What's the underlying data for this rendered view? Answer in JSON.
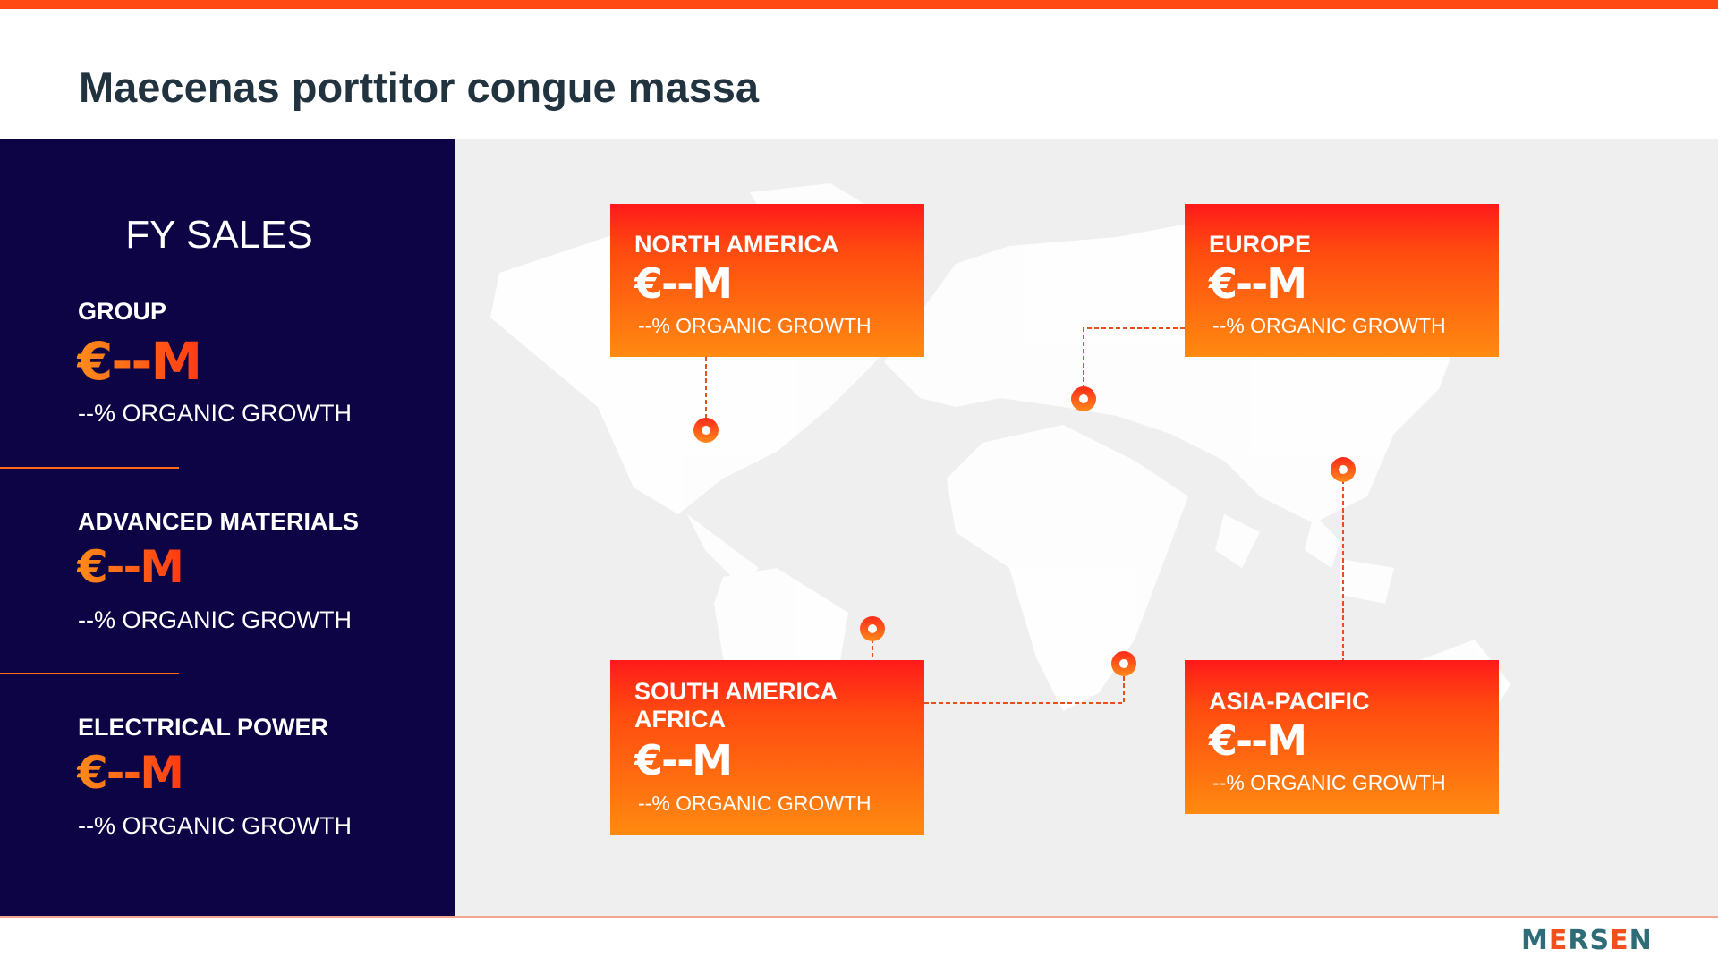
{
  "title": "Maecenas porttitor congue massa",
  "left_panel": {
    "heading": "FY SALES",
    "segments": [
      {
        "label": "GROUP",
        "value": "€--M",
        "growth": "--% ORGANIC GROWTH"
      },
      {
        "label": "ADVANCED MATERIALS",
        "value": "€--M",
        "growth": "--% ORGANIC GROWTH"
      },
      {
        "label": "ELECTRICAL POWER",
        "value": "€--M",
        "growth": "--% ORGANIC GROWTH"
      }
    ]
  },
  "regions": [
    {
      "title": "NORTH AMERICA",
      "value": "€--M",
      "growth": "--% ORGANIC GROWTH"
    },
    {
      "title": "EUROPE",
      "value": "€--M",
      "growth": "--% ORGANIC GROWTH"
    },
    {
      "title_line1": "SOUTH AMERICA",
      "title_line2": "AFRICA",
      "value": "€--M",
      "growth": "--% ORGANIC GROWTH"
    },
    {
      "title": "ASIA-PACIFIC",
      "value": "€--M",
      "growth": "--% ORGANIC GROWTH"
    }
  ],
  "logo": {
    "text": "MERSEN"
  },
  "colors": {
    "accent": "#ff4a14",
    "panel": "#0d0446",
    "title": "#223340",
    "logo": "#2e6c78"
  }
}
